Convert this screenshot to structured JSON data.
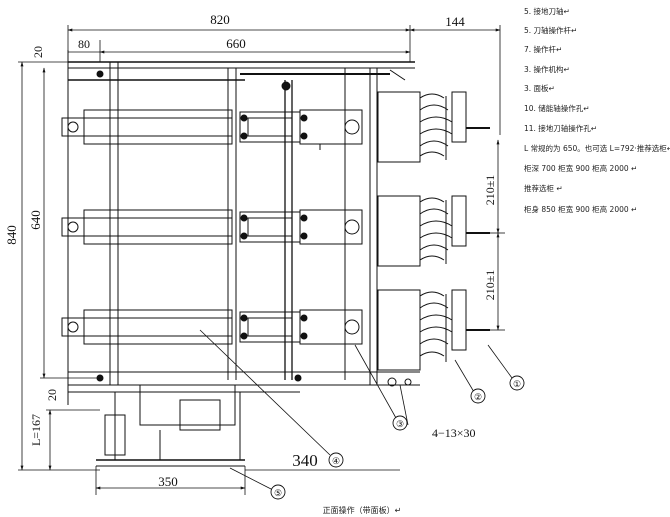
{
  "dimensions": {
    "width_820": "820",
    "width_660": "660",
    "offset_80": "80",
    "offset_20_top": "20",
    "side_144": "144",
    "height_840": "840",
    "height_640": "640",
    "spacing_210_upper": "210±1",
    "spacing_210_lower": "210±1",
    "offset_20_bottom": "20",
    "bottom_L167": "L=167",
    "base_350": "350",
    "rail_340": "340",
    "holes": "4−13×30"
  },
  "balloons": [
    "①",
    "②",
    "③",
    "④",
    "⑤"
  ],
  "notes": [
    "5. 接地刀轴↵",
    "5. 刀轴操作杆↵",
    "7. 操作杆↵",
    "3. 操作机构↵",
    "3. 面板↵",
    "10. 储能轴操作孔↵",
    "11. 接地刀轴操作孔↵",
    "L 常规的为 650。也可选 L=792·推荐选柜↵",
    "柜深 700  柜宽 900  柜高 2000 ↵",
    "推荐选柜 ↵",
    "柜身 850  柜宽 900  柜高 2000 ↵"
  ],
  "caption": "正面操作（带面板）↵"
}
